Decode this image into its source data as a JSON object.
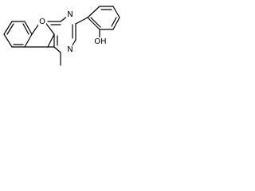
{
  "molecule": {
    "atoms": {
      "oxygen_ring": "O",
      "nitrogen_left": "N",
      "nitrogen_bottom": "N",
      "hydroxyl": "OH"
    }
  },
  "colors": {
    "bond": "#000000",
    "label": "#000000",
    "background": "#ffffff"
  }
}
